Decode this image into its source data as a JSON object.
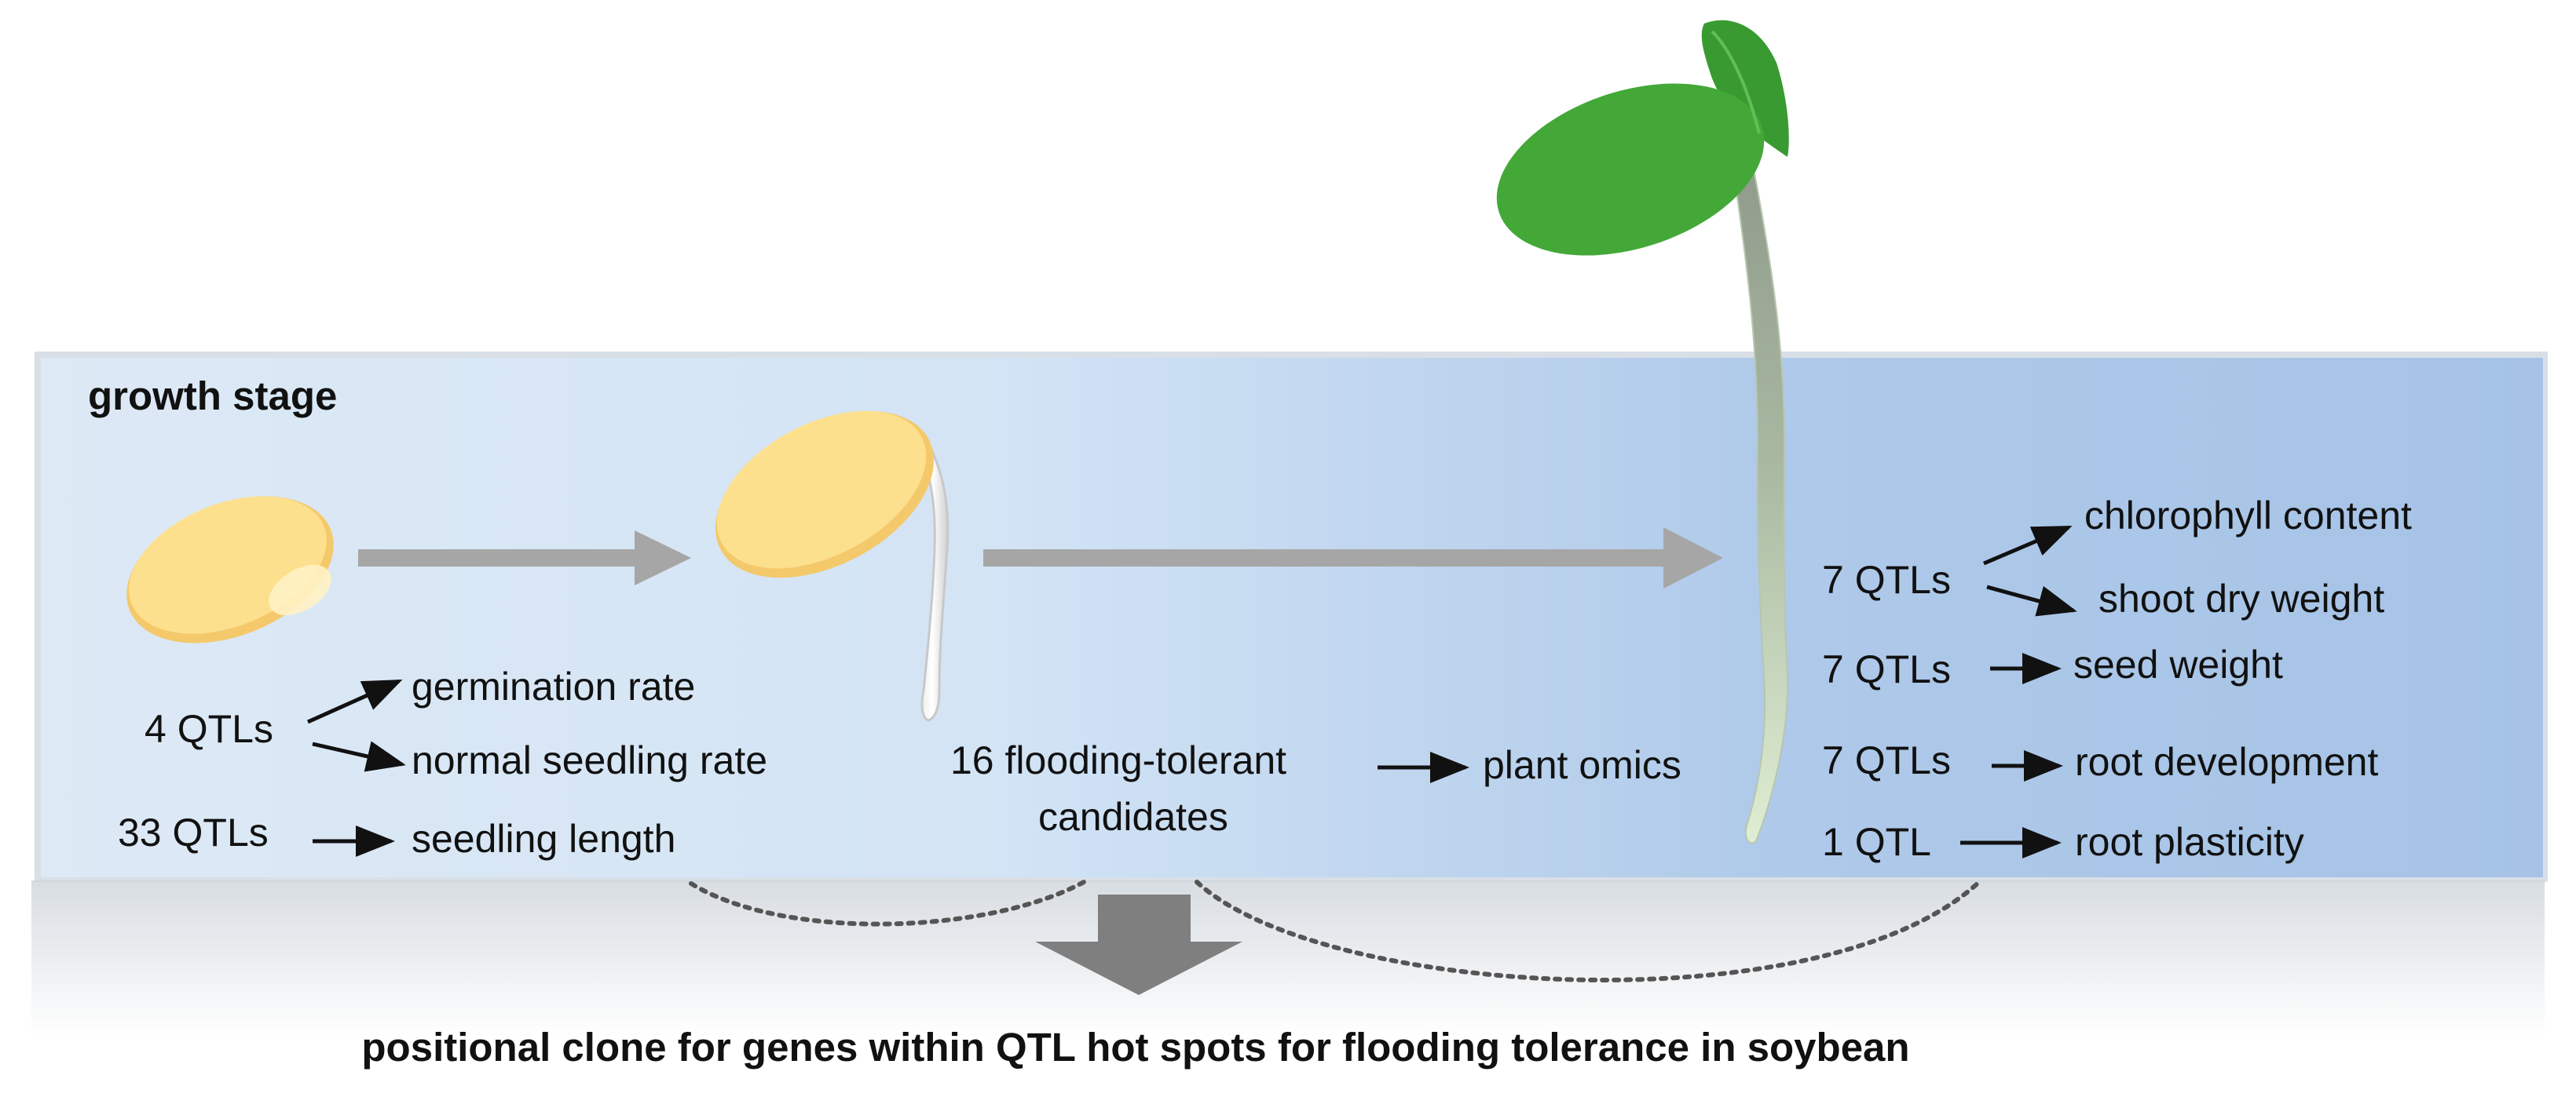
{
  "panel": {
    "title": "growth stage"
  },
  "seed_stage": {
    "groups": [
      {
        "count": "4 QTLs",
        "traits": [
          "germination rate",
          "normal seedling rate"
        ]
      },
      {
        "count": "33 QTLs",
        "traits": [
          "seedling length"
        ]
      }
    ]
  },
  "germination_stage": {
    "candidates_line1": "16 flooding-tolerant",
    "candidates_line2": "candidates",
    "target": "plant omics"
  },
  "seedling_stage": {
    "groups": [
      {
        "count": "7 QTLs",
        "traits": [
          "chlorophyll content",
          "shoot dry weight"
        ]
      },
      {
        "count": "7 QTLs",
        "traits": [
          "seed weight"
        ]
      },
      {
        "count": "7 QTLs",
        "traits": [
          "root development"
        ]
      },
      {
        "count": "1 QTL",
        "traits": [
          "root plasticity"
        ]
      }
    ]
  },
  "conclusion": "positional clone for genes within QTL hot spots for flooding tolerance in soybean",
  "colors": {
    "seed": "#FDE08E",
    "leaf": "#43A838",
    "stage_arrow": "#A6A6A6",
    "result_arrow": "#7F7F7F",
    "panel_light": "#DCEAF6",
    "panel_dark": "#A9C6E6"
  }
}
